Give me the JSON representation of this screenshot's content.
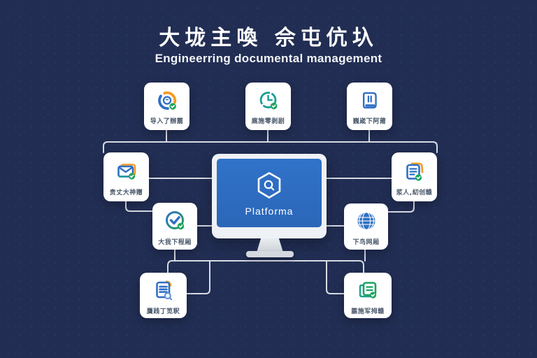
{
  "title": {
    "heading_zh": "大垅主喚 佘屯伉圦",
    "subtitle_en": "Engineerring documental management"
  },
  "platform": {
    "label": "Platforma",
    "icon": "hexagon-search-icon",
    "screen_color": "#2d6cc0"
  },
  "nodes": [
    {
      "id": "node-import",
      "label": "导入了辦薦",
      "icon": "sync-progress-icon"
    },
    {
      "id": "node-schedule",
      "label": "廐施零剥剧",
      "icon": "clock-icon"
    },
    {
      "id": "node-library",
      "label": "巍嵅下阿莆",
      "icon": "book-icon"
    },
    {
      "id": "node-mail",
      "label": "贵丈大神赠",
      "icon": "envelope-icon"
    },
    {
      "id": "node-documents",
      "label": "浆人,糿创赣",
      "icon": "document-stack-icon"
    },
    {
      "id": "node-approve",
      "label": "大我下程厢",
      "icon": "check-circle-icon"
    },
    {
      "id": "node-network",
      "label": "下鸟网厢",
      "icon": "globe-icon"
    },
    {
      "id": "node-search-doc",
      "label": "贋践丁笕粎",
      "icon": "document-search-icon"
    },
    {
      "id": "node-news",
      "label": "簏施军拇赣",
      "icon": "newspaper-icon"
    }
  ],
  "colors": {
    "background": "#212d52",
    "card": "#ffffff",
    "connector": "#d7dbe3",
    "screen_blue": "#2d6cc0",
    "accent_orange": "#f59b25",
    "accent_green": "#21a45d",
    "accent_teal": "#18a098",
    "accent_blue": "#2f6fc4",
    "label_text": "#49576a",
    "title_text": "#ffffff"
  }
}
